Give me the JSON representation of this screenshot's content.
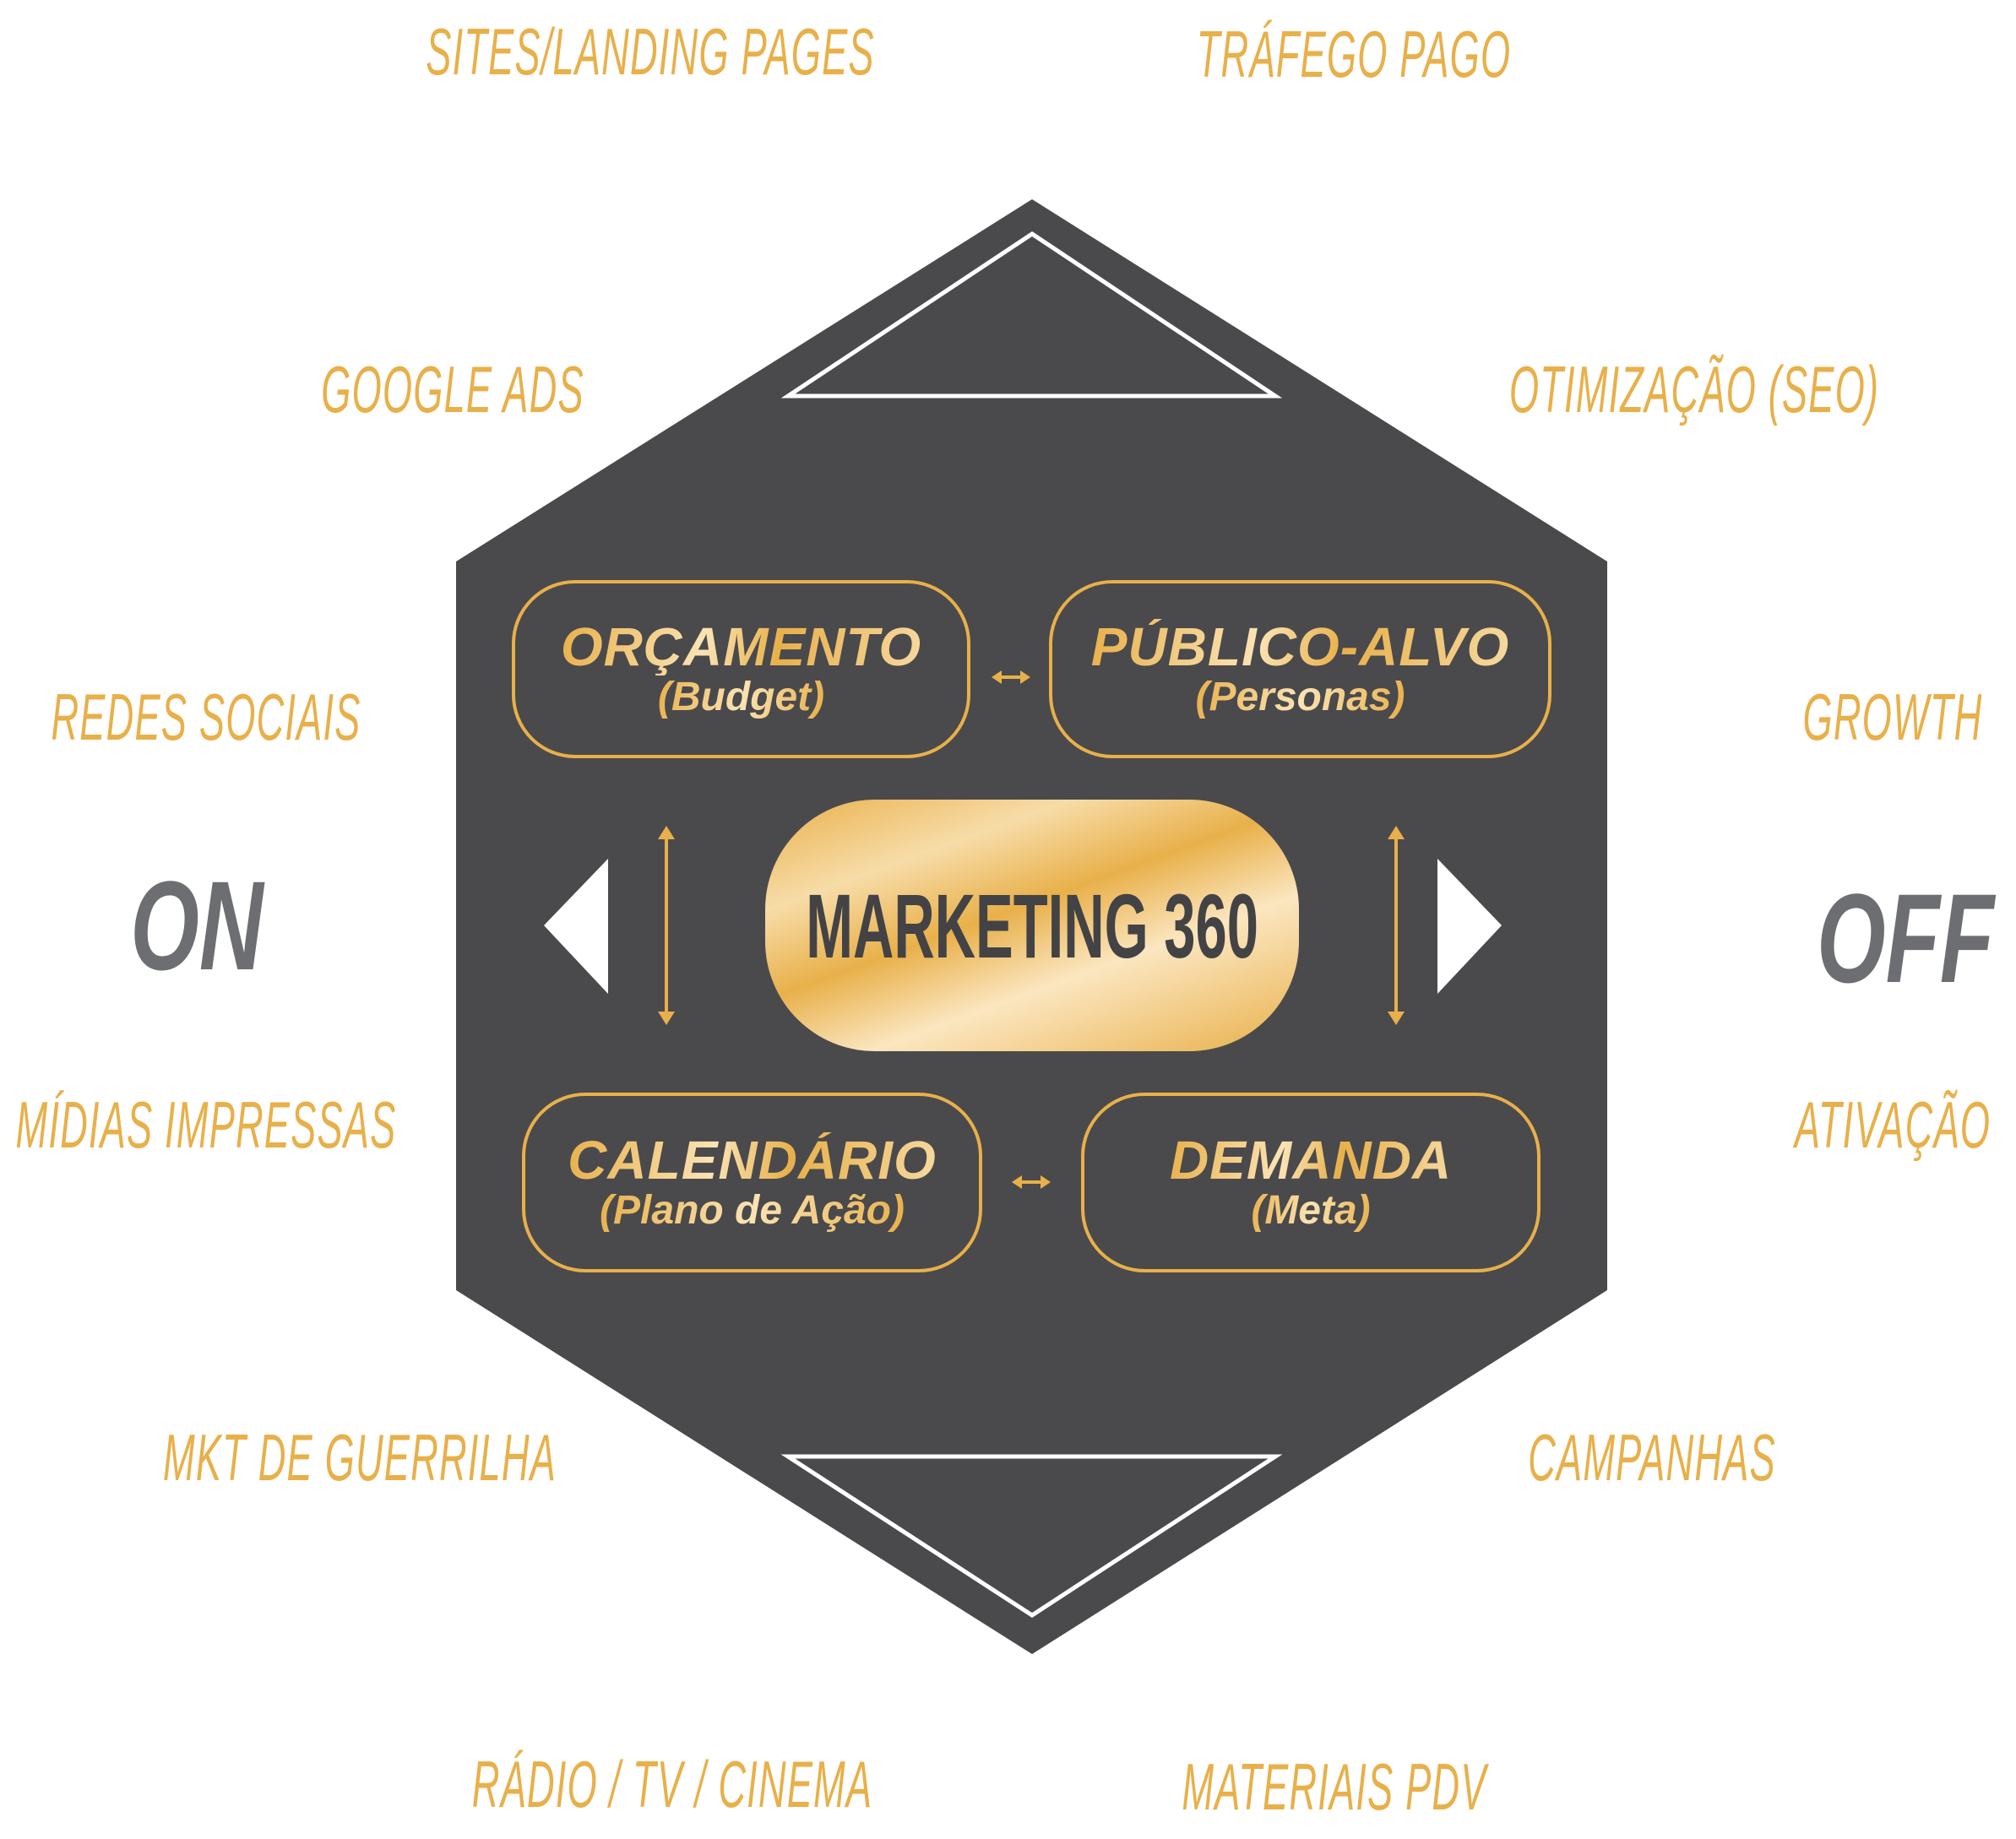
{
  "colors": {
    "gold": "#e8b04a",
    "hexagon": "#4a4a4c",
    "grey_text": "#6d6e71"
  },
  "center": {
    "title": "MARKETING 360"
  },
  "boxes": [
    {
      "title": "ORÇAMENTO",
      "subtitle": "(Budget)"
    },
    {
      "title": "PÚBLICO-ALVO",
      "subtitle": "(Personas)"
    },
    {
      "title": "CALENDÁRIO",
      "subtitle": "(Plano de Ação)"
    },
    {
      "title": "DEMANDA",
      "subtitle": "(Meta)"
    }
  ],
  "sides": {
    "left": "ON",
    "right": "OFF"
  },
  "labels_on": [
    "SITES/LANDING PAGES",
    "GOOGLE ADS",
    "REDES SOCIAIS",
    "MÍDIAS IMPRESSAS",
    "MKT DE GUERRILHA",
    "RÁDIO / TV /  CINEMA"
  ],
  "labels_off": [
    "TRÁFEGO PAGO",
    "OTIMIZAÇÃO (SEO)",
    "GROWTH",
    "ATIVAÇÃO",
    "CAMPANHAS",
    "MATERIAIS PDV"
  ]
}
